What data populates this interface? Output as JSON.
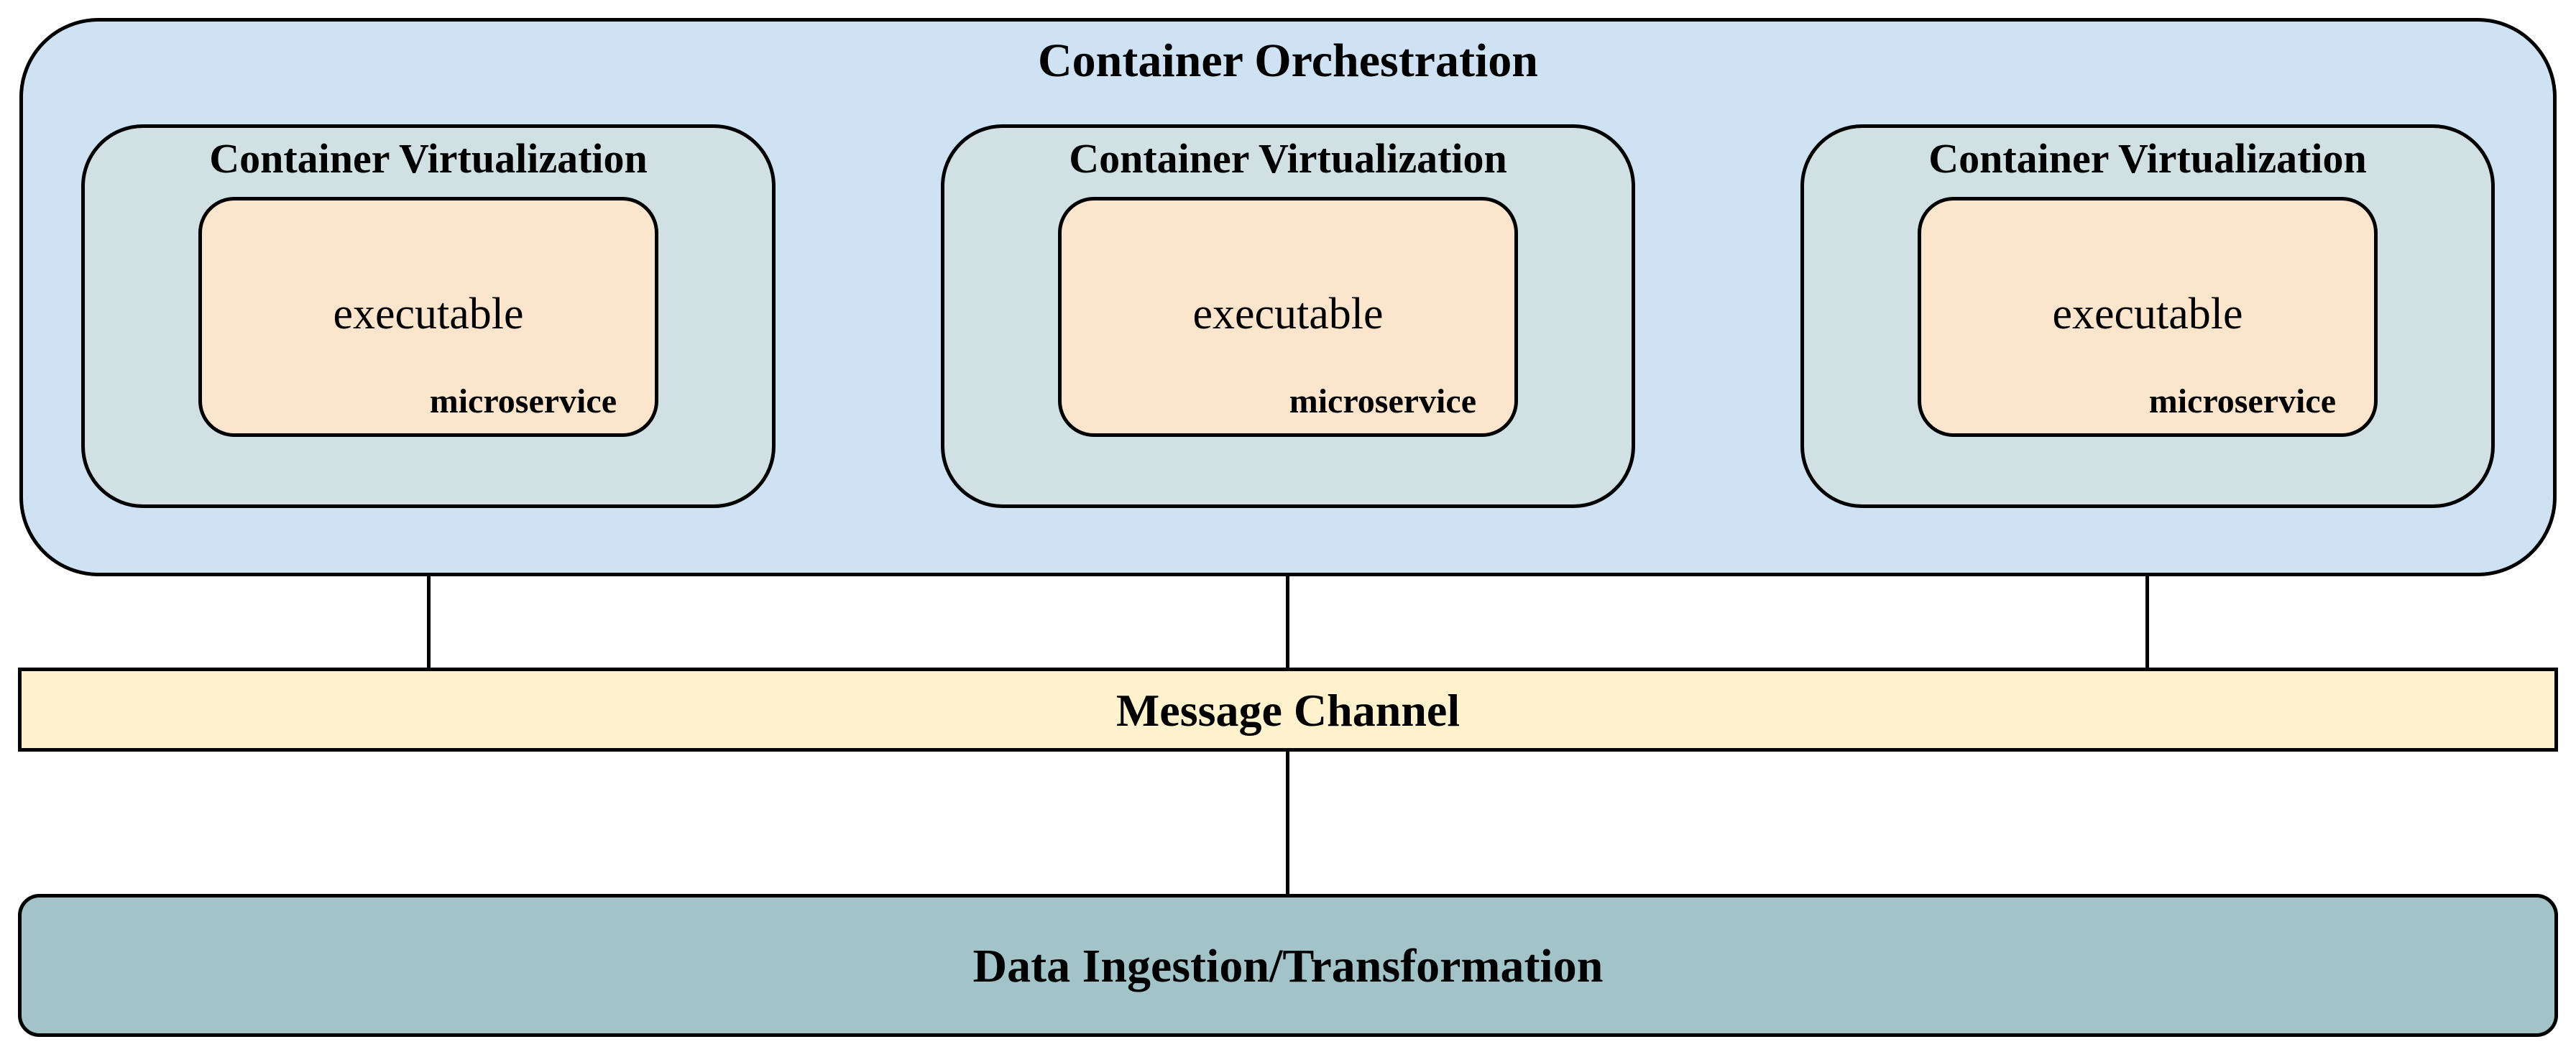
{
  "orchestration": {
    "title": "Container Orchestration"
  },
  "containers": [
    {
      "title": "Container Virtualization",
      "body": "executable",
      "label": "microservice"
    },
    {
      "title": "Container Virtualization",
      "body": "executable",
      "label": "microservice"
    },
    {
      "title": "Container Virtualization",
      "body": "executable",
      "label": "microservice"
    }
  ],
  "message_channel": {
    "title": "Message Channel"
  },
  "ingestion": {
    "title": "Data Ingestion/Transformation"
  }
}
